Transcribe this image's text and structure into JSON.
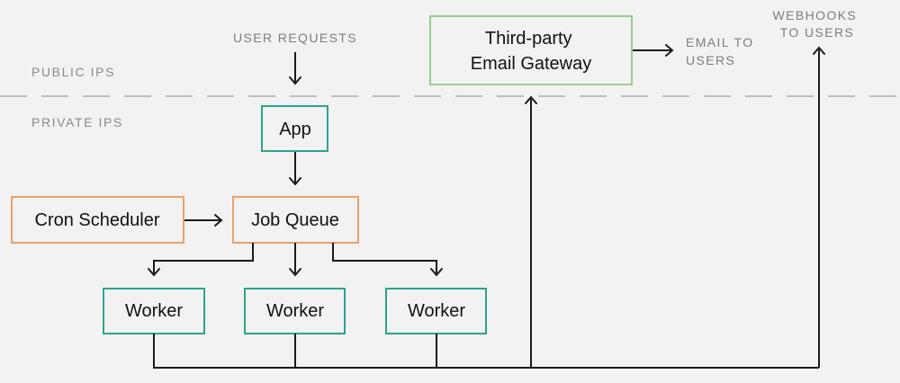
{
  "zones": {
    "public": "PUBLIC IPS",
    "private": "PRIVATE IPS"
  },
  "external": {
    "user_requests": "USER REQUESTS",
    "email_to_users": [
      "EMAIL TO",
      "USERS"
    ],
    "webhooks_to_users": [
      "WEBHOOKS",
      "TO USERS"
    ]
  },
  "nodes": {
    "email_gateway": [
      "Third-party",
      "Email Gateway"
    ],
    "app": "App",
    "cron_scheduler": "Cron Scheduler",
    "job_queue": "Job Queue",
    "worker_1": "Worker",
    "worker_2": "Worker",
    "worker_3": "Worker"
  },
  "colors": {
    "background": "#f2f2f2",
    "public_border": "#9ccc8e",
    "private_border": "#2aa58a",
    "orange_border": "#e8a26a",
    "line": "#1a1a1a",
    "label_grey": "#8a8a8a",
    "divider": "#bdbdbd"
  }
}
